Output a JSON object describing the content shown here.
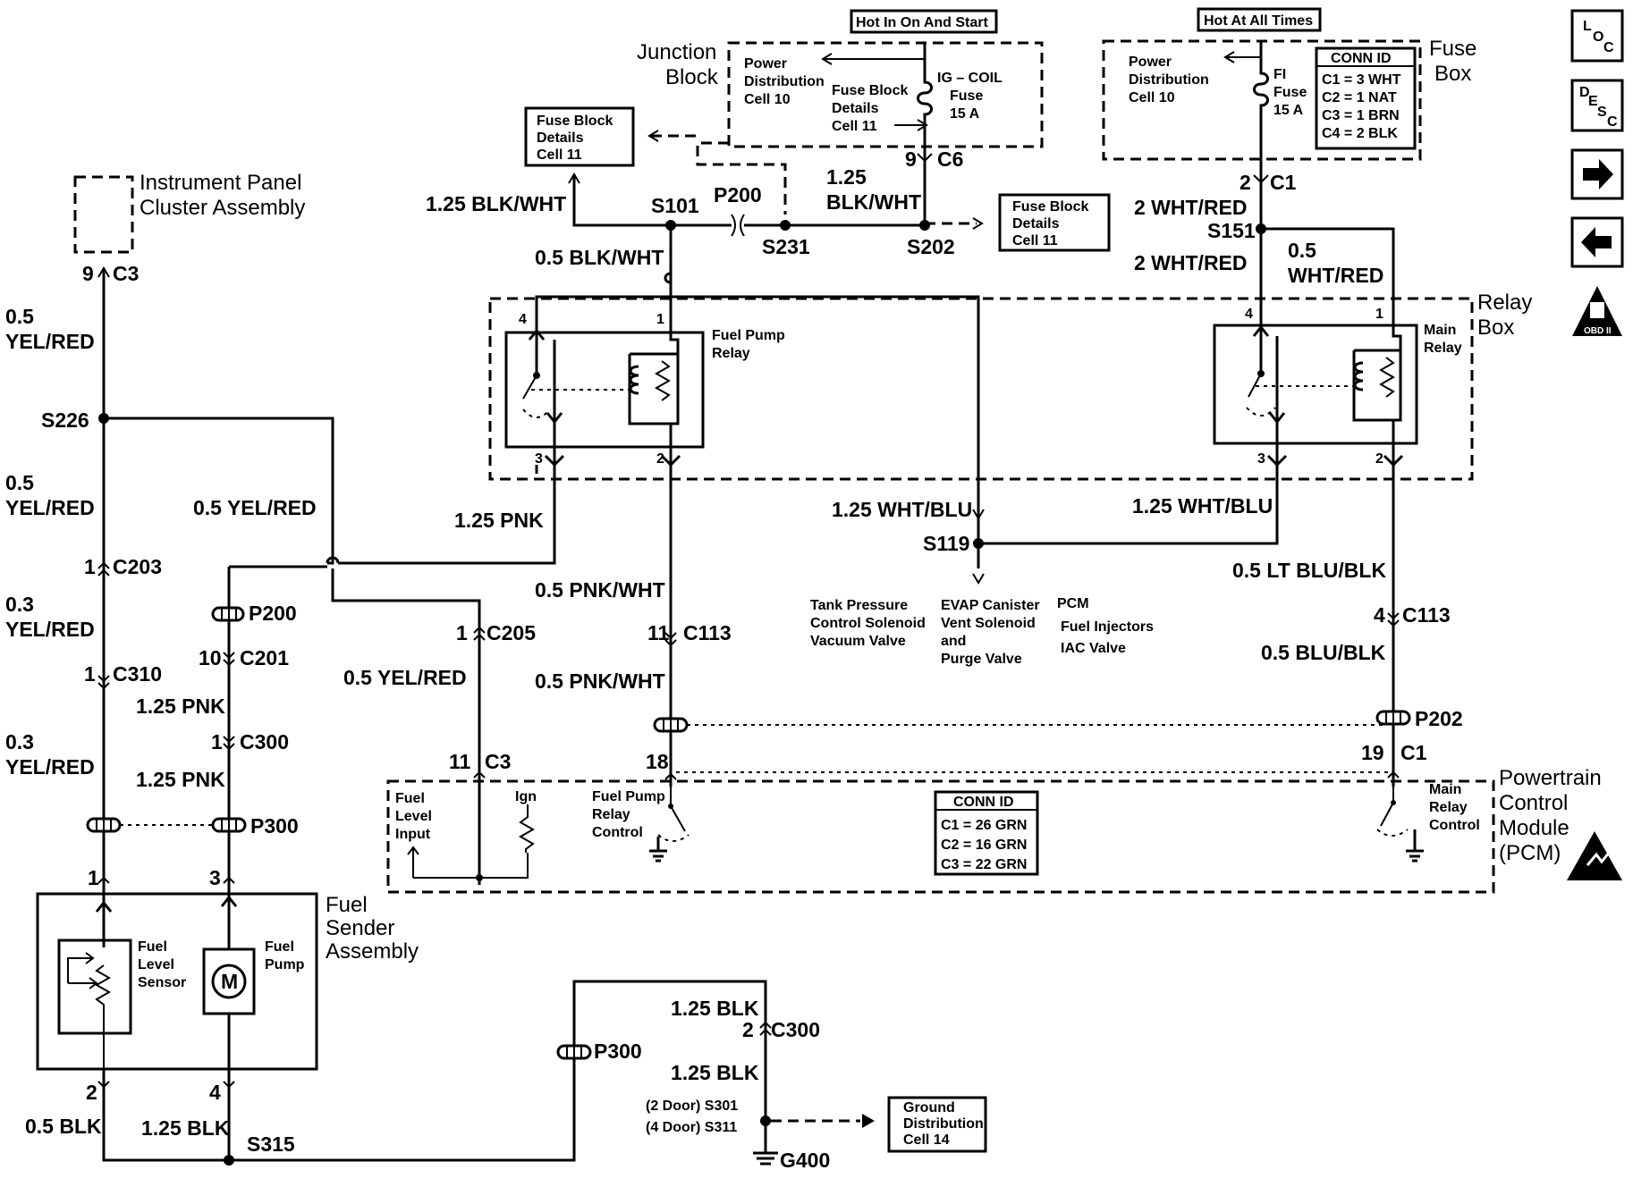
{
  "sidebar": {
    "loc": {
      "l1": "L",
      "l2": "O",
      "l3": "C"
    },
    "desc": {
      "l1": "D",
      "l2": "E",
      "l3": "S",
      "l4": "C"
    },
    "obd": "OBD II"
  },
  "top": {
    "hot_run": "Hot In On And Start",
    "hot_all": "Hot At All Times",
    "junction_block": [
      "Junction",
      "Block"
    ],
    "fuse_box": [
      "Fuse",
      "Box"
    ],
    "jb_power": [
      "Power",
      "Distribution",
      "Cell 10"
    ],
    "jb_fuse_details": [
      "Fuse Block",
      "Details",
      "Cell 11"
    ],
    "ig_fuse": [
      "IG – COIL",
      "Fuse",
      "15 A"
    ],
    "fb_power": [
      "Power",
      "Distribution",
      "Cell 10"
    ],
    "fi_fuse": [
      "FI",
      "Fuse",
      "15 A"
    ],
    "conn_id_title": "CONN ID",
    "conn_id_rows": [
      "C1 = 3 WHT",
      "C2 = 1 NAT",
      "C3 = 1 BRN",
      "C4 = 2 BLK"
    ],
    "fbd_left": [
      "Fuse Block",
      "Details",
      "Cell 11"
    ],
    "fbd_right": [
      "Fuse Block",
      "Details",
      "Cell 11"
    ]
  },
  "wires": {
    "blk_wht_125_left": "1.25 BLK/WHT",
    "blk_wht_125_mid": [
      "1.25",
      "BLK/WHT"
    ],
    "blk_wht_05": "0.5 BLK/WHT",
    "wht_red_2a": "2 WHT/RED",
    "wht_red_2b": "2 WHT/RED",
    "wht_red_05": [
      "0.5",
      "WHT/RED"
    ],
    "yel_red_05a": [
      "0.5",
      "YEL/RED"
    ],
    "yel_red_05b": [
      "0.5",
      "YEL/RED"
    ],
    "yel_red_03a": [
      "0.3",
      "YEL/RED"
    ],
    "yel_red_03b": [
      "0.3",
      "YEL/RED"
    ],
    "yel_red_05_mid": "0.5 YEL/RED",
    "yel_red_05_c205": "0.5 YEL/RED",
    "pnk_125a": "1.25 PNK",
    "pnk_125b": "1.25 PNK",
    "pnk_125c": "1.25 PNK",
    "pnk_wht_a": "0.5 PNK/WHT",
    "pnk_wht_b": "0.5 PNK/WHT",
    "wht_blu_a": "1.25 WHT/BLU",
    "wht_blu_b": "1.25 WHT/BLU",
    "lt_blu_blk": "0.5 LT BLU/BLK",
    "blu_blk": "0.5 BLU/BLK",
    "blk_05": "0.5 BLK",
    "blk_125a": "1.25 BLK",
    "blk_125b": "1.25 BLK",
    "blk_125c": "1.25 BLK"
  },
  "splices": {
    "s101": "S101",
    "s231": "S231",
    "s202": "S202",
    "s151": "S151",
    "s226": "S226",
    "s119": "S119",
    "s315": "S315",
    "s301": "(2 Door) S301",
    "s311": "(4 Door) S311",
    "g400": "G400"
  },
  "connectors": {
    "p200_top": "P200",
    "c6_num": "9",
    "c6": "C6",
    "c1_top_num": "2",
    "c1_top": "C1",
    "c3_num": "9",
    "c3": "C3",
    "c203_num": "1",
    "c203": "C203",
    "c310_num": "1",
    "c310": "C310",
    "p200": "P200",
    "c201_num": "10",
    "c201": "C201",
    "c300_num": "1",
    "c300": "C300",
    "p300": "P300",
    "c205_num": "1",
    "c205": "C205",
    "c113_num": "11",
    "c113": "C113",
    "c113b_num": "4",
    "c113b": "C113",
    "p202": "P202",
    "c3b_num": "11",
    "c3b": "C3",
    "pin18": "18",
    "c1b_num": "19",
    "c1b": "C1",
    "pin1": "1",
    "pin3": "3",
    "pin2": "2",
    "pin4": "4",
    "c300b_num": "2",
    "c300b": "C300",
    "p300b": "P300"
  },
  "components": {
    "ipc": [
      "Instrument Panel",
      "Cluster Assembly"
    ],
    "fuel_pump_relay": [
      "Fuel Pump",
      "Relay"
    ],
    "main_relay": [
      "Main",
      "Relay"
    ],
    "relay_box": [
      "Relay",
      "Box"
    ],
    "relay_pins": {
      "fp4": "4",
      "fp1": "1",
      "fp3": "3",
      "fp2": "2",
      "mr4": "4",
      "mr1": "1",
      "mr3": "3",
      "mr2": "2"
    },
    "loads": {
      "tank": [
        "Tank Pressure",
        "Control Solenoid",
        "Vacuum Valve"
      ],
      "evap": [
        "EVAP Canister",
        "Vent Solenoid",
        "and",
        "Purge Valve"
      ],
      "pcm": [
        "PCM",
        "Fuel Injectors",
        "IAC Valve"
      ]
    },
    "pcm_name": [
      "Powertrain",
      "Control",
      "Module",
      "(PCM)"
    ],
    "pcm_fuel_level": [
      "Fuel",
      "Level",
      "Input"
    ],
    "pcm_ign": "Ign",
    "pcm_fpr_control": [
      "Fuel Pump",
      "Relay",
      "Control"
    ],
    "pcm_main_control": [
      "Main",
      "Relay",
      "Control"
    ],
    "pcm_conn_title": "CONN ID",
    "pcm_conn_rows": [
      "C1 = 26 GRN",
      "C2 = 16 GRN",
      "C3 = 22 GRN"
    ],
    "sender_name": [
      "Fuel",
      "Sender",
      "Assembly"
    ],
    "fuel_level_sensor": [
      "Fuel",
      "Level",
      "Sensor"
    ],
    "fuel_pump": [
      "Fuel",
      "Pump"
    ],
    "motor": "M",
    "ground_dist": [
      "Ground",
      "Distribution",
      "Cell 14"
    ]
  }
}
